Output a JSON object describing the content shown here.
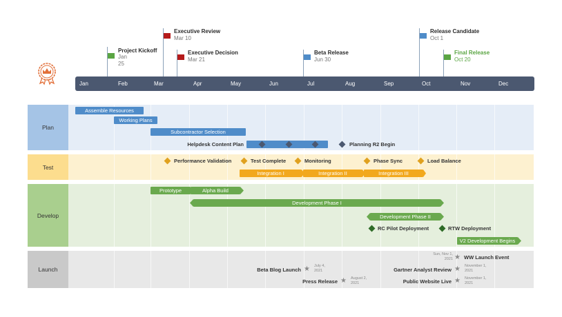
{
  "timeline": {
    "months": [
      "Jan",
      "Feb",
      "Mar",
      "Apr",
      "May",
      "Jun",
      "Jul",
      "Aug",
      "Sep",
      "Oct",
      "Nov",
      "Dec"
    ]
  },
  "milestones": [
    {
      "title": "Project Kickoff",
      "date": "Jan 25",
      "color": "#5aa543"
    },
    {
      "title": "Executive Review",
      "date": "Mar 10",
      "color": "#b51b1b"
    },
    {
      "title": "Executive Decision",
      "date": "Mar 21",
      "color": "#b51b1b"
    },
    {
      "title": "Beta Release",
      "date": "Jun 30",
      "color": "#4f8cc9"
    },
    {
      "title": "Release Candidate",
      "date": "Oct 1",
      "color": "#4f8cc9"
    },
    {
      "title": "Final Release",
      "date": "Oct 20",
      "color": "#5aa543"
    }
  ],
  "lanes": {
    "plan": {
      "label": "Plan",
      "tasks": [
        "Assemble Resources",
        "Working Plans",
        "Subcontractor Selection"
      ],
      "helpdesk": "Helpdesk Content Plan",
      "planning_r2": "Planning R2 Begin"
    },
    "test": {
      "label": "Test",
      "milestones": [
        "Performance Validation",
        "Test Complete",
        "Monitoring",
        "Phase Sync",
        "Load Balance"
      ],
      "integrations": [
        "Integration I",
        "Integration II",
        "Integration III"
      ]
    },
    "develop": {
      "label": "Develop",
      "prototype": "Prototype",
      "alpha": "Alpha Build",
      "phase1": "Development Phase I",
      "phase2": "Development Phase II",
      "rc_pilot": "RC Pilot Deployment",
      "rtw": "RTW Deployment",
      "v2": "V2 Development Begins"
    },
    "launch": {
      "label": "Launch",
      "events": [
        {
          "name": "Beta Blog Launch",
          "date": "July 4, 2021"
        },
        {
          "name": "Press Release",
          "date": "August 2, 2021"
        },
        {
          "name": "WW Launch Event",
          "date": "Sun, Nov 1, 2021"
        },
        {
          "name": "Gartner Analyst Review",
          "date": "November 1, 2021"
        },
        {
          "name": "Public Website Live",
          "date": "November 1, 2021"
        }
      ]
    }
  },
  "colors": {
    "timeline": "#4b5870",
    "plan_bar": "#4f8cc9",
    "plan_lane": "#e5edf7",
    "plan_label": "#a5c4e6",
    "test_bar": "#f2a81d",
    "test_lane": "#fdf1d0",
    "test_label": "#fcdd8e",
    "develop_bar": "#6aa94e",
    "develop_lane": "#e5efdd",
    "develop_label": "#a9cf8e",
    "launch_lane": "#e8e8e8",
    "launch_label": "#c9c9c9",
    "diamond_plan": "#4b5870",
    "diamond_dev": "#2e6b27"
  }
}
